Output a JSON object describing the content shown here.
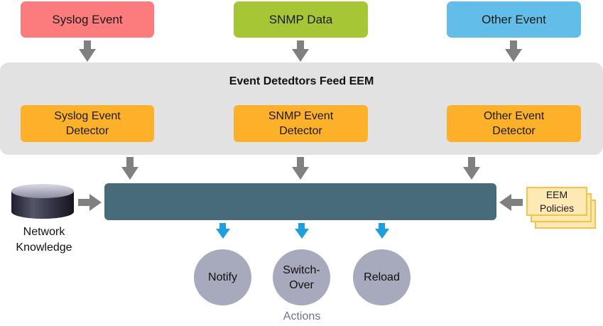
{
  "sources": [
    {
      "label": "Syslog Event",
      "color": "#fc7b7c"
    },
    {
      "label": "SNMP Data",
      "color": "#a6c635"
    },
    {
      "label": "Other Event",
      "color": "#62bde8"
    }
  ],
  "panel": {
    "title": "Event Detedtors Feed EEM"
  },
  "detectors": [
    {
      "label": "Syslog Event\nDetector"
    },
    {
      "label": "SNMP Event\nDetector"
    },
    {
      "label": "Other Event\nDetector"
    }
  ],
  "network_knowledge": {
    "label": "Network\nKnowledge"
  },
  "policies": {
    "label": "EEM\nPolicies"
  },
  "actions": {
    "label": "Actions",
    "items": [
      {
        "label": "Notify"
      },
      {
        "label": "Switch-\nOver"
      },
      {
        "label": "Reload"
      }
    ]
  },
  "colors": {
    "detector": "#fdb12a",
    "engine": "#476b78",
    "action_circle": "#a7a9bc",
    "gray_arrow": "#808080",
    "blue_arrow": "#1ea0dc"
  }
}
